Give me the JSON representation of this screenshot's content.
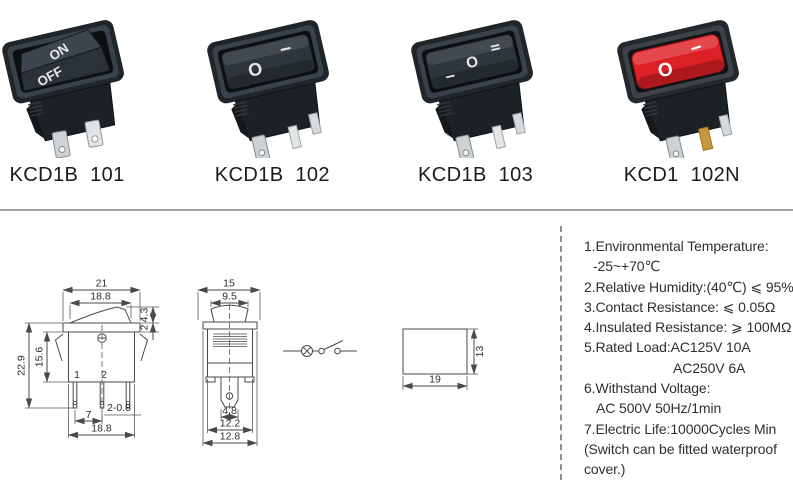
{
  "products": [
    {
      "label": "KCD1B  101",
      "markings": [
        "ON",
        "OFF"
      ],
      "rocker_color": "#3c454d",
      "marking_color": "#e9e9e9",
      "pins": 2
    },
    {
      "label": "KCD1B  102",
      "markings": [
        "I",
        "O"
      ],
      "rocker_color": "#2e363c",
      "marking_color": "#e8e8e8",
      "pins": 3
    },
    {
      "label": "KCD1B  103",
      "markings": [
        "I",
        "O",
        "II"
      ],
      "rocker_color": "#2e363c",
      "marking_color": "#e8e8e8",
      "pins": 3
    },
    {
      "label": "KCD1  102N",
      "markings": [
        "I",
        "O"
      ],
      "rocker_color": "#dd2026",
      "marking_color": "#ffffff",
      "pins": 3
    }
  ],
  "drawing": {
    "front": {
      "width_top": "21",
      "width_rocker": "18.8",
      "height_rocker": "4.3",
      "height_bezel": "2",
      "height_total": "22.9",
      "height_body": "15.6",
      "pin_pitch": "7",
      "width_bottom": "18.8",
      "pin_note": "2-0.8",
      "pin_label_1": "1",
      "pin_label_2": "2"
    },
    "side": {
      "width_top": "15",
      "width_rocker": "9.5",
      "pin_width": "4.8",
      "body_width": "12.2",
      "flange_width": "12.8"
    },
    "cutout": {
      "width": "19",
      "height": "13"
    }
  },
  "specs": {
    "lines": [
      "1.Environmental Temperature:",
      "-25~+70℃",
      "2.Relative Humidity:(40℃) ⩽ 95%",
      "3.Contact Resistance: ⩽ 0.05Ω",
      "4.Insulated Resistance: ⩾ 100MΩ",
      "5.Rated Load:AC125V 10A",
      "AC250V 6A",
      "6.Withstand Voltage:",
      "AC 500V 50Hz/1min",
      "7.Electric Life:10000Cycles Min",
      "(Switch can be fitted waterproof",
      "cover.)"
    ]
  }
}
